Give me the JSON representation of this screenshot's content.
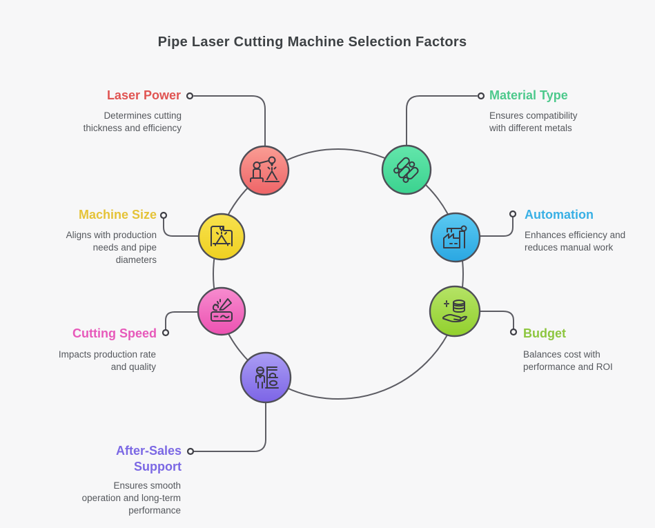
{
  "title": "Pipe Laser Cutting Machine Selection Factors",
  "colors": {
    "background": "#f7f7f8",
    "connector_line": "#5c5c63",
    "node_border": "#4f4f57",
    "icon_stroke": "#3a3a42",
    "title_text": "#3e4245",
    "description_text": "#54575c"
  },
  "factors": [
    {
      "id": "laser-power",
      "label": "Laser Power",
      "description": "Determines cutting\nthickness and efficiency",
      "label_color": "#e05452",
      "icon": "robot-arm-laser-icon",
      "node_gradient": {
        "top": "#fa9d94",
        "bottom": "#ee6467"
      }
    },
    {
      "id": "material-type",
      "label": "Material Type",
      "description": "Ensures compatibility\nwith different metals",
      "label_color": "#4dc98c",
      "icon": "metal-pipes-icon",
      "node_gradient": {
        "top": "#63e6ab",
        "bottom": "#3bd28f"
      }
    },
    {
      "id": "machine-size",
      "label": "Machine Size",
      "description": "Aligns with production\nneeds and pipe\ndiameters",
      "label_color": "#e5c338",
      "icon": "machine-enclosure-icon",
      "node_gradient": {
        "top": "#f8e24e",
        "bottom": "#efd021"
      }
    },
    {
      "id": "automation",
      "label": "Automation",
      "description": "Enhances efficiency and\nreduces manual work",
      "label_color": "#39b0e5",
      "icon": "automated-factory-icon",
      "node_gradient": {
        "top": "#5bc9f2",
        "bottom": "#2aa7e2"
      }
    },
    {
      "id": "cutting-speed",
      "label": "Cutting Speed",
      "description": "Impacts production rate\nand quality",
      "label_color": "#e759ba",
      "icon": "laser-pen-icon",
      "node_gradient": {
        "top": "#f78ccf",
        "bottom": "#ec51b1"
      }
    },
    {
      "id": "budget",
      "label": "Budget",
      "description": "Balances cost with\nperformance and ROI",
      "label_color": "#8dc63f",
      "icon": "coins-in-hand-icon",
      "node_gradient": {
        "top": "#b5e366",
        "bottom": "#92d02d"
      }
    },
    {
      "id": "after-sales-support",
      "label": "After-Sales\nSupport",
      "description": "Ensures smooth\noperation and long-term\nperformance",
      "label_color": "#7b68e4",
      "icon": "support-technician-icon",
      "node_gradient": {
        "top": "#ab9ef4",
        "bottom": "#7c64e6"
      }
    }
  ]
}
